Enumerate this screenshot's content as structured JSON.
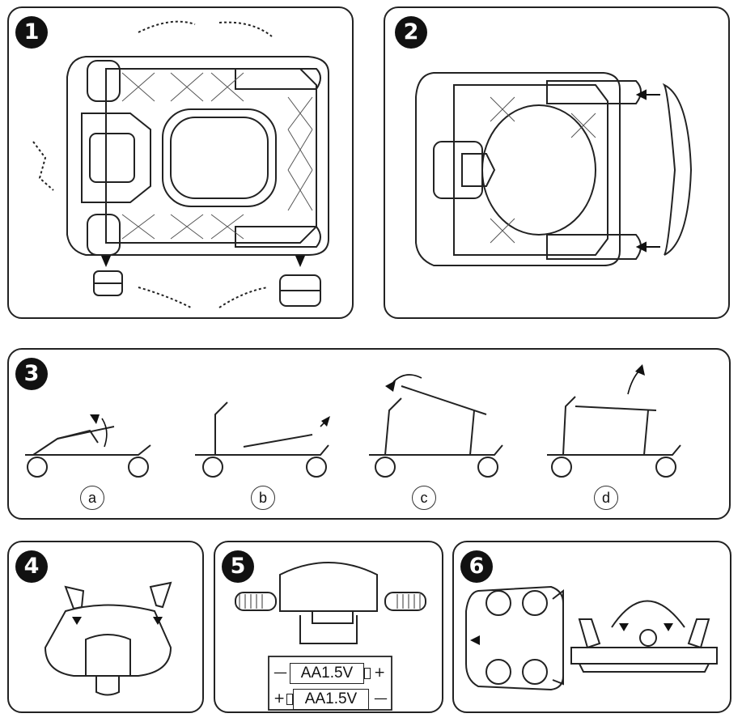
{
  "steps": [
    {
      "number": "1"
    },
    {
      "number": "2"
    },
    {
      "number": "3",
      "sub_labels": [
        "a",
        "b",
        "c",
        "d"
      ]
    },
    {
      "number": "4"
    },
    {
      "number": "5",
      "batteries": [
        {
          "label": "AA1.5V",
          "polarity_plus": "+",
          "polarity_minus": "—"
        },
        {
          "label": "AA1.5V",
          "polarity_plus": "+",
          "polarity_minus": "—"
        }
      ]
    },
    {
      "number": "6"
    }
  ]
}
